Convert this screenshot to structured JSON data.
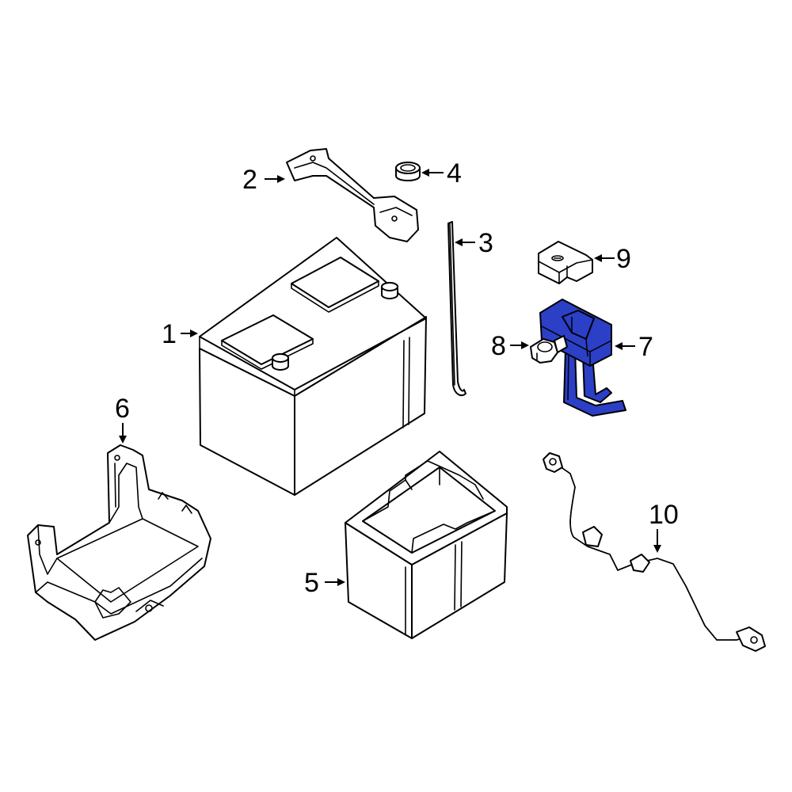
{
  "callouts": [
    {
      "id": "1",
      "label": "1",
      "part": "battery"
    },
    {
      "id": "2",
      "label": "2",
      "part": "battery-hold-down-frame"
    },
    {
      "id": "3",
      "label": "3",
      "part": "hold-down-rod"
    },
    {
      "id": "4",
      "label": "4",
      "part": "terminal-cap"
    },
    {
      "id": "5",
      "label": "5",
      "part": "battery-tray-insulator"
    },
    {
      "id": "6",
      "label": "6",
      "part": "battery-tray-bracket"
    },
    {
      "id": "7",
      "label": "7",
      "part": "positive-cable-terminal-highlighted"
    },
    {
      "id": "8",
      "label": "8",
      "part": "terminal-clamp"
    },
    {
      "id": "9",
      "label": "9",
      "part": "terminal-cover"
    },
    {
      "id": "10",
      "label": "10",
      "part": "ground-cable"
    }
  ],
  "colors": {
    "highlight": "#2b3fc7",
    "line": "#000000",
    "background": "#ffffff"
  }
}
